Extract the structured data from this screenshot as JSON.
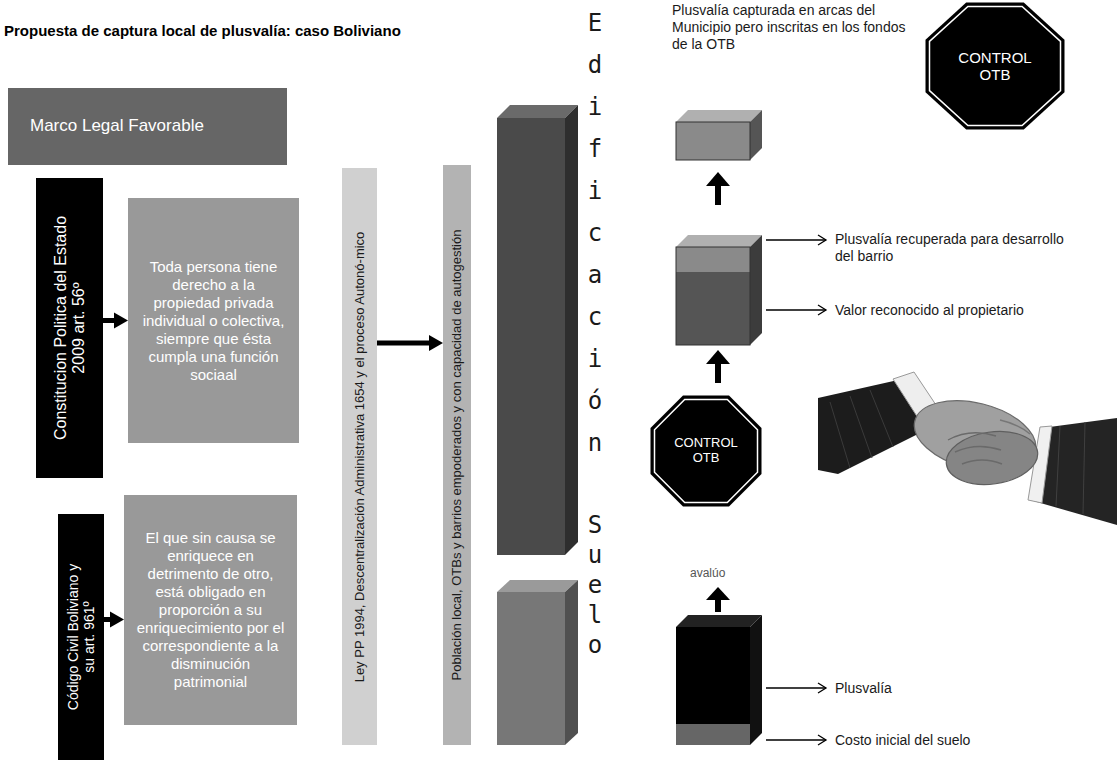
{
  "diagram": {
    "title": "Propuesta de captura local de plusvalía: caso Boliviano",
    "nodes": [
      {
        "text": [
          "Marco Legal Favorable"
        ]
      },
      {
        "text": [
          "Constitucion Politica del Estado 2009 art. 56º"
        ]
      },
      {
        "text": [
          "Toda persona tiene derecho a la propiedad privada individual o colectiva, siempre que ésta cumpla una función sociaal"
        ]
      },
      {
        "text": [
          "Código Civil Boliviano y su art. 961º"
        ]
      },
      {
        "text": [
          "El que sin causa se enriquece en detrimento de otro, está obligado en proporción a su enriquecimiento por el correspondiente a la disminución patrimonial"
        ]
      },
      {
        "text": [
          "Ley PP 1994, Descentralización Administrativa 1654 y el proceso Autonó-mico"
        ]
      },
      {
        "text": [
          "Población local, OTBs y barrios empoderados y con capacidad de autogestión"
        ]
      },
      {
        "text": [
          "CONTROL OTB"
        ]
      },
      {
        "text": [
          "CONTROL OTB"
        ]
      }
    ],
    "edges": [
      {
        "from": 1,
        "to": 2,
        "arrow": "to"
      },
      {
        "from": 3,
        "to": 4,
        "arrow": "to"
      },
      {
        "from": 5,
        "to": 6,
        "arrow": "to"
      }
    ],
    "labels": [
      "Plusvalía capturada en arcas del Municipio pero inscritas en los fondos de la OTB",
      "Edificación",
      "Suelo",
      "Plusvalía recuperada para desarrollo del barrio",
      "Valor reconocido al propietario",
      "avalúo",
      "Plusvalía",
      "Costo inicial del suelo"
    ]
  }
}
